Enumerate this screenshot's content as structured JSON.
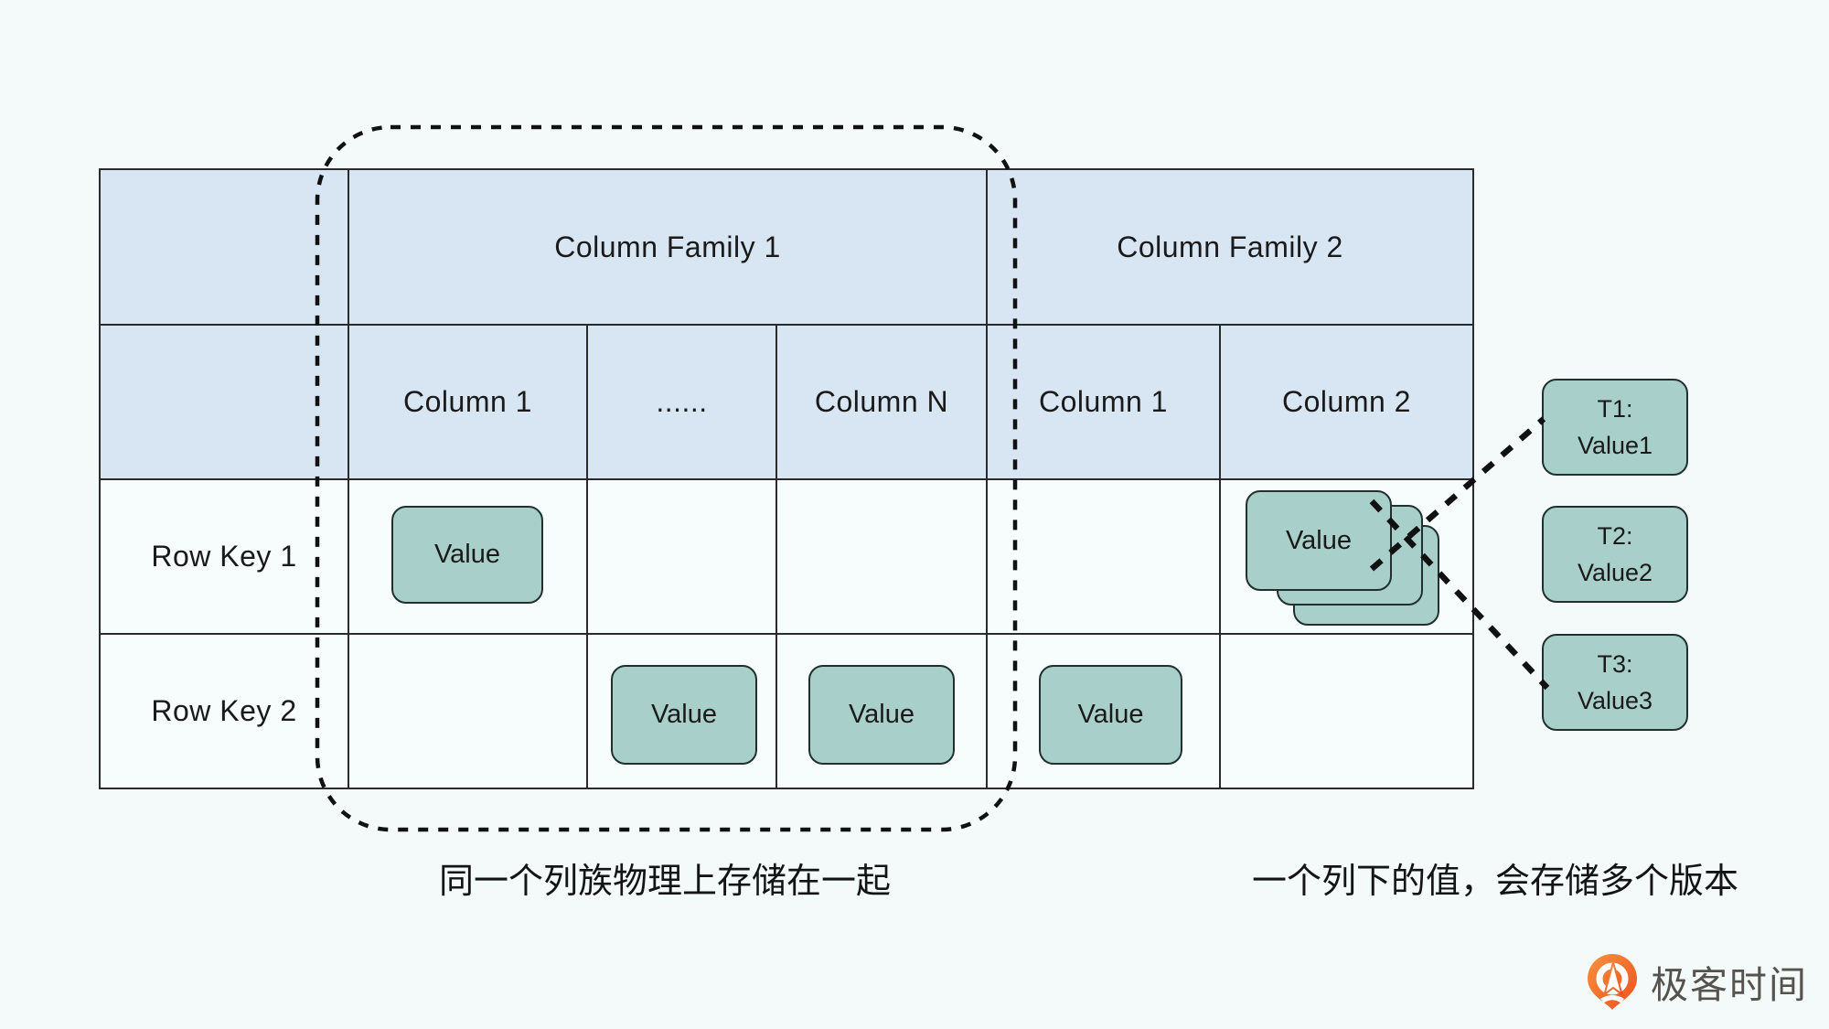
{
  "table": {
    "column_families": [
      {
        "label": "Column Family 1"
      },
      {
        "label": "Column Family 2"
      }
    ],
    "columns": [
      "Column 1",
      "......",
      "Column N",
      "Column 1",
      "Column 2"
    ],
    "rows": [
      "Row Key 1",
      "Row Key 2"
    ],
    "value_label": "Value"
  },
  "versions": [
    {
      "line1": "T1:",
      "line2": "Value1"
    },
    {
      "line1": "T2:",
      "line2": "Value2"
    },
    {
      "line1": "T3:",
      "line2": "Value3"
    }
  ],
  "annotations": {
    "left": "同一个列族物理上存储在一起",
    "right": "一个列下的值，会存储多个版本"
  },
  "logo": {
    "text": "极客时间"
  },
  "colors": {
    "background": "#f4fafa",
    "header_bg": "#d8e5f2",
    "body_bg": "#f7fcfc",
    "value_bg": "#a9cfca",
    "grid_line": "#2b2b2b",
    "logo_orange": "#ee5a23",
    "logo_text": "#56524e"
  }
}
